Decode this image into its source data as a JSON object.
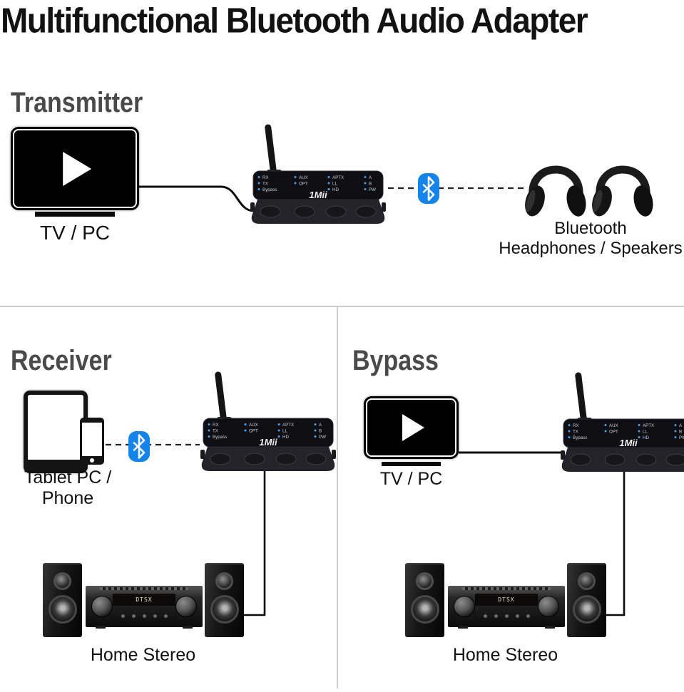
{
  "page": {
    "title": "Multifunctional Bluetooth Audio Adapter"
  },
  "colors": {
    "bluetooth_blue": "#1484ea",
    "heading_gray": "#4a4a4a",
    "divider_gray": "#cdcdcd",
    "led_blue": "#4aa0f0"
  },
  "sections": {
    "transmitter": {
      "heading": "Transmitter",
      "source_label": "TV / PC",
      "sink_label_line1": "Bluetooth",
      "sink_label_line2": "Headphones / Speakers"
    },
    "receiver": {
      "heading": "Receiver",
      "source_label": "Tablet PC / Phone",
      "sink_label": "Home Stereo"
    },
    "bypass": {
      "heading": "Bypass",
      "source_label": "TV / PC",
      "sink_label": "Home Stereo"
    }
  },
  "adapter": {
    "brand": "1Mii",
    "led_columns": {
      "c1": [
        "RX",
        "TX",
        "Bypass"
      ],
      "c2": [
        "AUX",
        "OPT"
      ],
      "c3": [
        "APTX",
        "LL",
        "HD"
      ],
      "c4": [
        "A",
        "B",
        "PW"
      ]
    }
  },
  "stereo": {
    "display": "DTSX"
  }
}
